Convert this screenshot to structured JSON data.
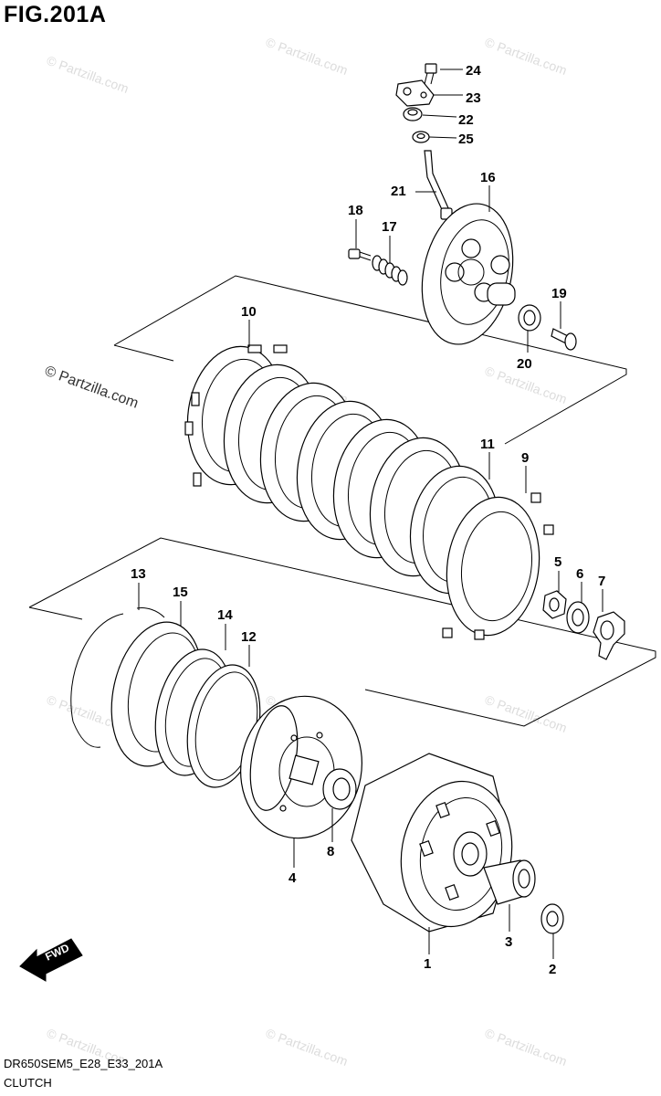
{
  "figure": {
    "title": "FIG.201A",
    "footer_code": "DR650SEM5_E28_E33_201A",
    "footer_name": "CLUTCH"
  },
  "watermark": {
    "text": "© Partzilla.com"
  },
  "direction_badge": {
    "label": "FWD",
    "icon": "forward-arrow-icon"
  },
  "callouts": [
    "24",
    "23",
    "22",
    "25",
    "21",
    "16",
    "18",
    "17",
    "19",
    "20",
    "10",
    "11",
    "9",
    "5",
    "6",
    "7",
    "13",
    "15",
    "14",
    "12",
    "8",
    "4",
    "1",
    "3",
    "2"
  ],
  "colors": {
    "line": "#000000",
    "background": "#ffffff",
    "watermark": "#dcdcdc"
  }
}
